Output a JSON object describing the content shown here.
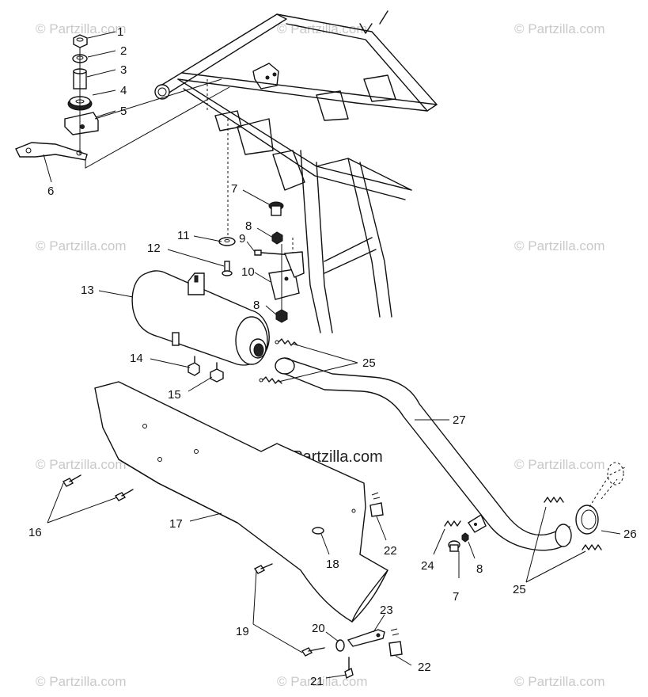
{
  "watermark": {
    "repeat_text": "© Partzilla.com",
    "center_text": "© Partzilla.com"
  },
  "callouts": [
    "1",
    "2",
    "3",
    "4",
    "5",
    "6",
    "7",
    "8",
    "9",
    "10",
    "11",
    "12",
    "13",
    "14",
    "15",
    "16",
    "17",
    "18",
    "19",
    "20",
    "21",
    "22",
    "23",
    "24",
    "25",
    "26",
    "27"
  ],
  "labels": {
    "l1": "1",
    "l2": "2",
    "l3": "3",
    "l4": "4",
    "l5": "5",
    "l6": "6",
    "l7a": "7",
    "l7b": "7",
    "l8a": "8",
    "l8b": "8",
    "l8c": "8",
    "l9": "9",
    "l10": "10",
    "l11": "11",
    "l12": "12",
    "l13": "13",
    "l14": "14",
    "l15": "15",
    "l16": "16",
    "l17": "17",
    "l18": "18",
    "l19": "19",
    "l20": "20",
    "l21": "21",
    "l22a": "22",
    "l22b": "22",
    "l23": "23",
    "l24": "24",
    "l25a": "25",
    "l25b": "25",
    "l26": "26",
    "l27": "27"
  }
}
